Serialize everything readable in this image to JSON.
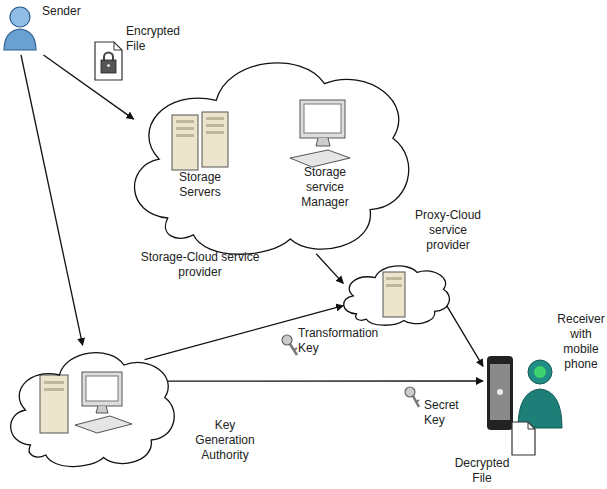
{
  "diagram": {
    "nodes": [
      {
        "text": [
          "Sender"
        ]
      },
      {
        "text": [
          "Storage-Cloud service provider"
        ]
      },
      {
        "text": [
          "Storage Servers"
        ],
        "in": 1
      },
      {
        "text": [
          "Storage service Manager"
        ],
        "in": 1
      },
      {
        "text": [
          "Proxy-Cloud service provider"
        ]
      },
      {
        "text": [
          "Key Generation Authority"
        ]
      },
      {
        "text": [
          "Receiver with mobile phone"
        ]
      }
    ],
    "edges": [
      {
        "from": 0,
        "to": 1,
        "label": "Encrypted File",
        "arrow": "to"
      },
      {
        "from": 0,
        "to": 5,
        "arrow": "to"
      },
      {
        "from": 1,
        "to": 4,
        "arrow": "to"
      },
      {
        "from": 5,
        "to": 4,
        "label": "Transformation Key",
        "arrow": "to"
      },
      {
        "from": 4,
        "to": 6,
        "arrow": "to"
      },
      {
        "from": 5,
        "to": 6,
        "label": "Secret Key",
        "arrow": "to"
      }
    ],
    "labels": [
      "Decrypted File"
    ]
  }
}
